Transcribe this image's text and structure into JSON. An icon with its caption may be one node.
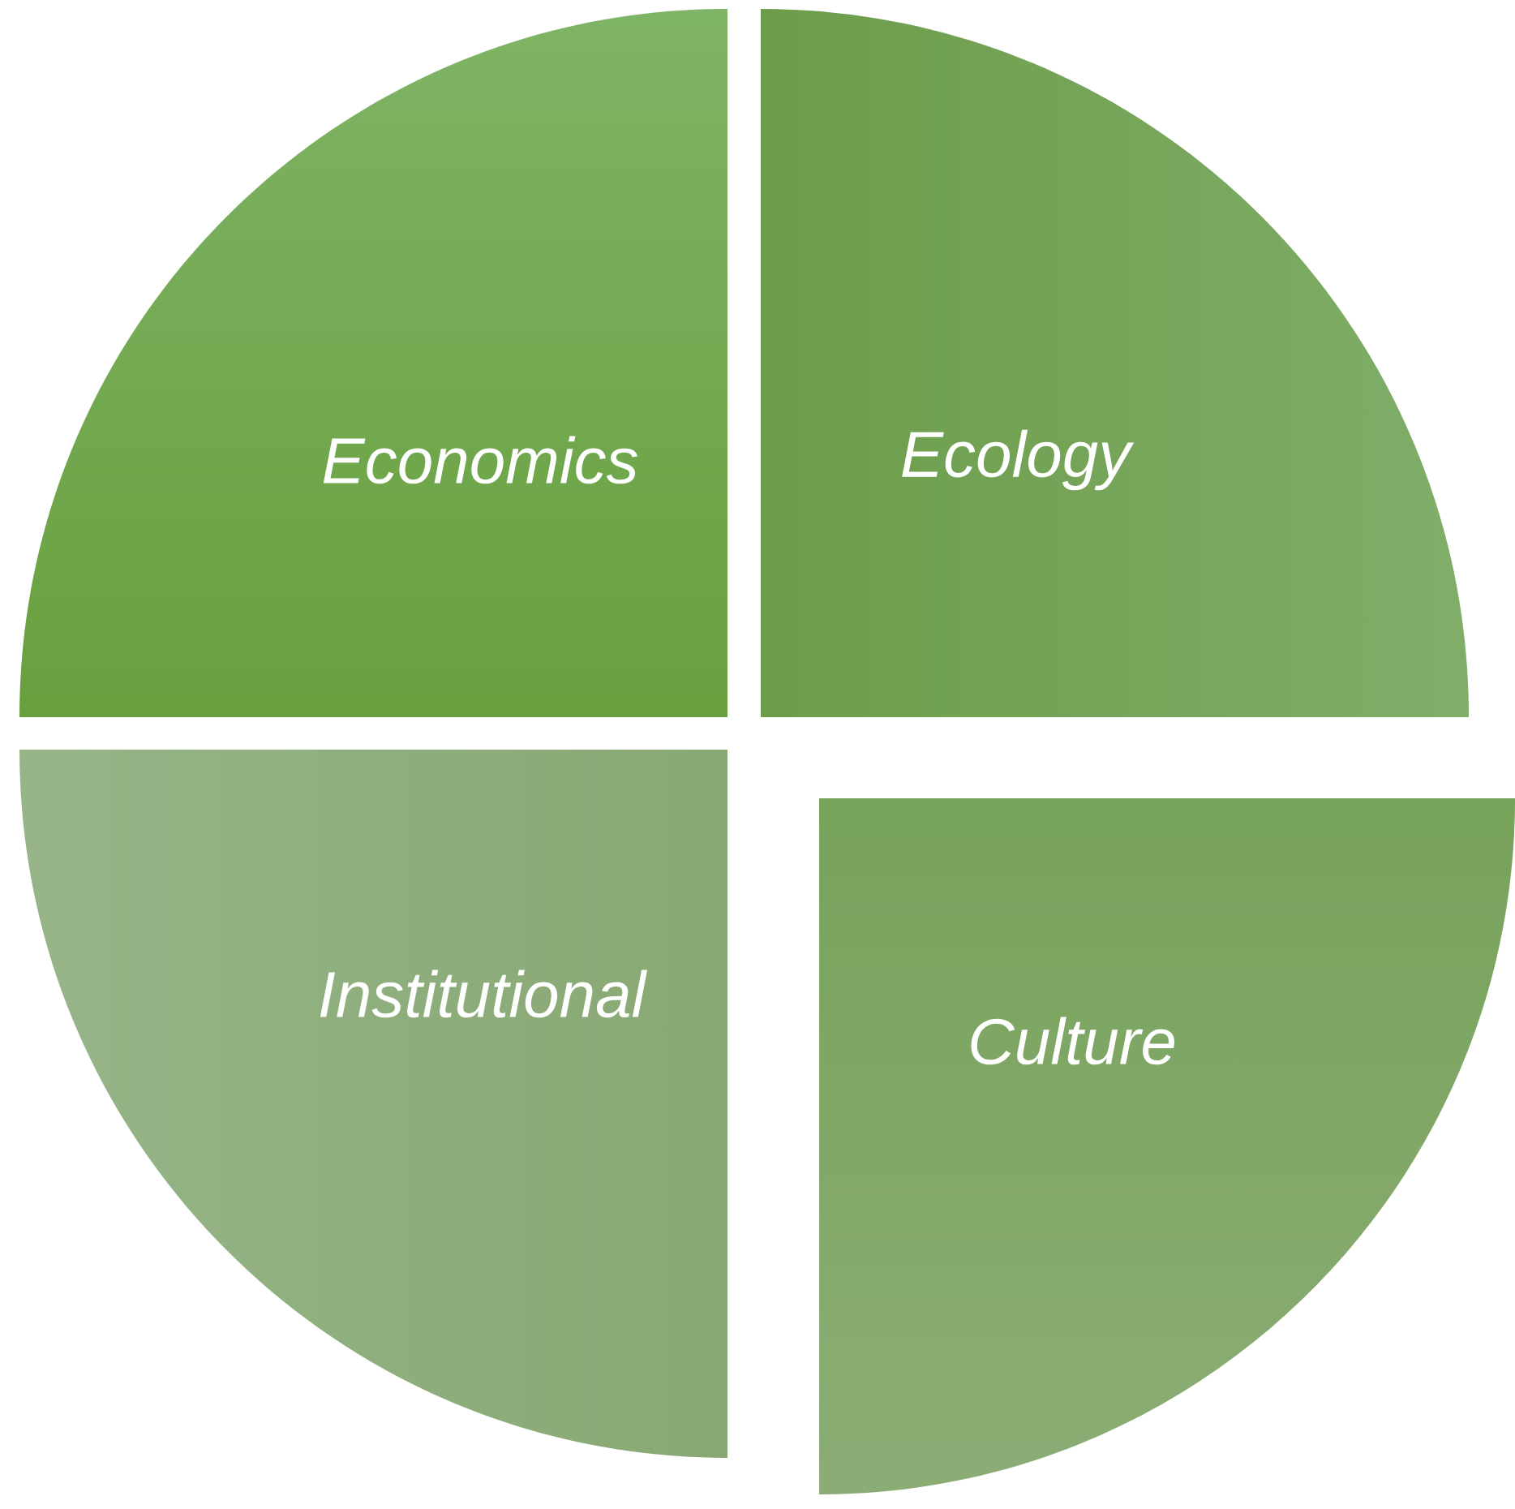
{
  "diagram": {
    "nodes": [
      {
        "text": [
          "Economics"
        ]
      },
      {
        "text": [
          "Ecology"
        ]
      },
      {
        "text": [
          "Institutional"
        ]
      },
      {
        "text": [
          "Culture"
        ]
      }
    ]
  }
}
